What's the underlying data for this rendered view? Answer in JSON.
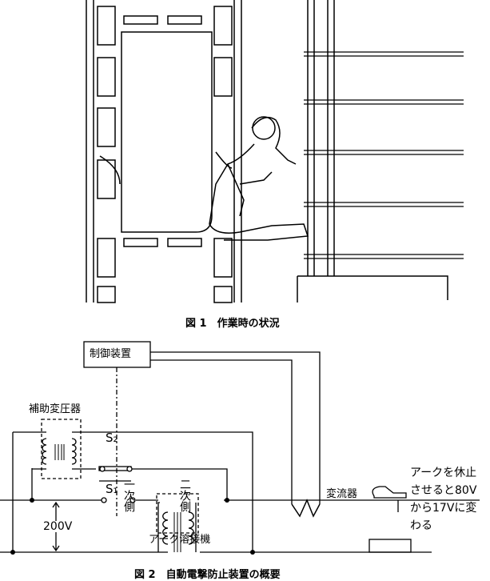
{
  "figure1": {
    "caption": "図 1　作業時の状況"
  },
  "figure2": {
    "caption": "図 2　自動電撃防止装置の概要",
    "control_unit": "制御装置",
    "aux_transformer": "補助変圧器",
    "switch_s2": "S₂",
    "switch_s1": "S₁",
    "primary_side": "一次側",
    "secondary_side": "二次側",
    "voltage": "200V",
    "welder": "アーク溶接機",
    "current_transformer": "変流器",
    "note_lines": [
      "アークを休止",
      "させると80V",
      "から17Vに変",
      "わる"
    ]
  }
}
